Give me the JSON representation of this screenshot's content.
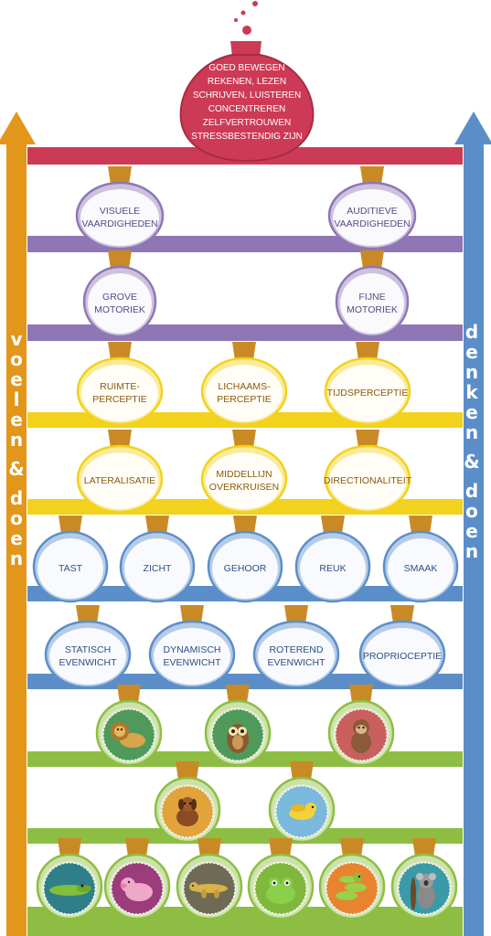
{
  "title_lines": [
    "GOED BEWEGEN",
    "REKENEN, LEZEN",
    "SCHRIJVEN, LUISTEREN",
    "CONCENTREREN",
    "ZELFVERTROUWEN",
    "STRESSBESTENDIG ZIJN"
  ],
  "left_arrow": {
    "word1": "voelen",
    "amp": "&",
    "word2": "doen",
    "color": "#e2961a"
  },
  "right_arrow": {
    "word1": "denken",
    "amp": "&",
    "word2": "doen",
    "color": "#5b8ec9"
  },
  "colors": {
    "red": "#cd3a55",
    "purple": "#8f76b5",
    "yellow": "#f2d21c",
    "blue": "#5b8ec9",
    "green": "#8dbe43",
    "neck": "#c98a25"
  },
  "rows": [
    {
      "color": "purple",
      "flasks": [
        {
          "label": "VISUELE\nVAARDIGHEDEN"
        },
        {
          "label": "AUDITIEVE\nVAARDIGHEDEN"
        }
      ]
    },
    {
      "color": "purple",
      "flasks": [
        {
          "label": "GROVE\nMOTORIEK"
        },
        {
          "label": "FIJNE\nMOTORIEK"
        }
      ]
    },
    {
      "color": "yellow",
      "flasks": [
        {
          "label": "RUIMTE-\nPERCEPTIE"
        },
        {
          "label": "LICHAAMS-\nPERCEPTIE"
        },
        {
          "label": "TIJDSPERCEPTIE"
        }
      ]
    },
    {
      "color": "yellow",
      "flasks": [
        {
          "label": "LATERALISATIE"
        },
        {
          "label": "MIDDELLIJN\nOVERKRUISEN"
        },
        {
          "label": "DIRECTIONALITEIT"
        }
      ]
    },
    {
      "color": "blue",
      "flasks": [
        {
          "label": "TAST"
        },
        {
          "label": "ZICHT"
        },
        {
          "label": "GEHOOR"
        },
        {
          "label": "REUK"
        },
        {
          "label": "SMAAK"
        }
      ]
    },
    {
      "color": "blue",
      "flasks": [
        {
          "label": "STATISCH\nEVENWICHT"
        },
        {
          "label": "DYNAMISCH\nEVENWICHT"
        },
        {
          "label": "ROTEREND\nEVENWICHT"
        },
        {
          "label": "PROPRIOCEPTIE"
        }
      ]
    },
    {
      "color": "green",
      "flasks": [
        {
          "icon": "lion-icon",
          "bg": "#4f9a5a"
        },
        {
          "icon": "owl-icon",
          "bg": "#4f9a5a"
        },
        {
          "icon": "monkey-icon",
          "bg": "#c9605e"
        }
      ]
    },
    {
      "color": "green",
      "flasks": [
        {
          "icon": "dog-icon",
          "bg": "#e2a43a"
        },
        {
          "icon": "bird-icon",
          "bg": "#7ab8dc"
        }
      ]
    },
    {
      "color": "green",
      "flasks": [
        {
          "icon": "crocodile-icon",
          "bg": "#2f7f8a"
        },
        {
          "icon": "pig-icon",
          "bg": "#9b3d7a"
        },
        {
          "icon": "lizard-icon",
          "bg": "#6e6a55"
        },
        {
          "icon": "frog-icon",
          "bg": "#7fb83c"
        },
        {
          "icon": "snake-icon",
          "bg": "#e8832f"
        },
        {
          "icon": "koala-icon",
          "bg": "#3b9aa8"
        }
      ]
    }
  ]
}
